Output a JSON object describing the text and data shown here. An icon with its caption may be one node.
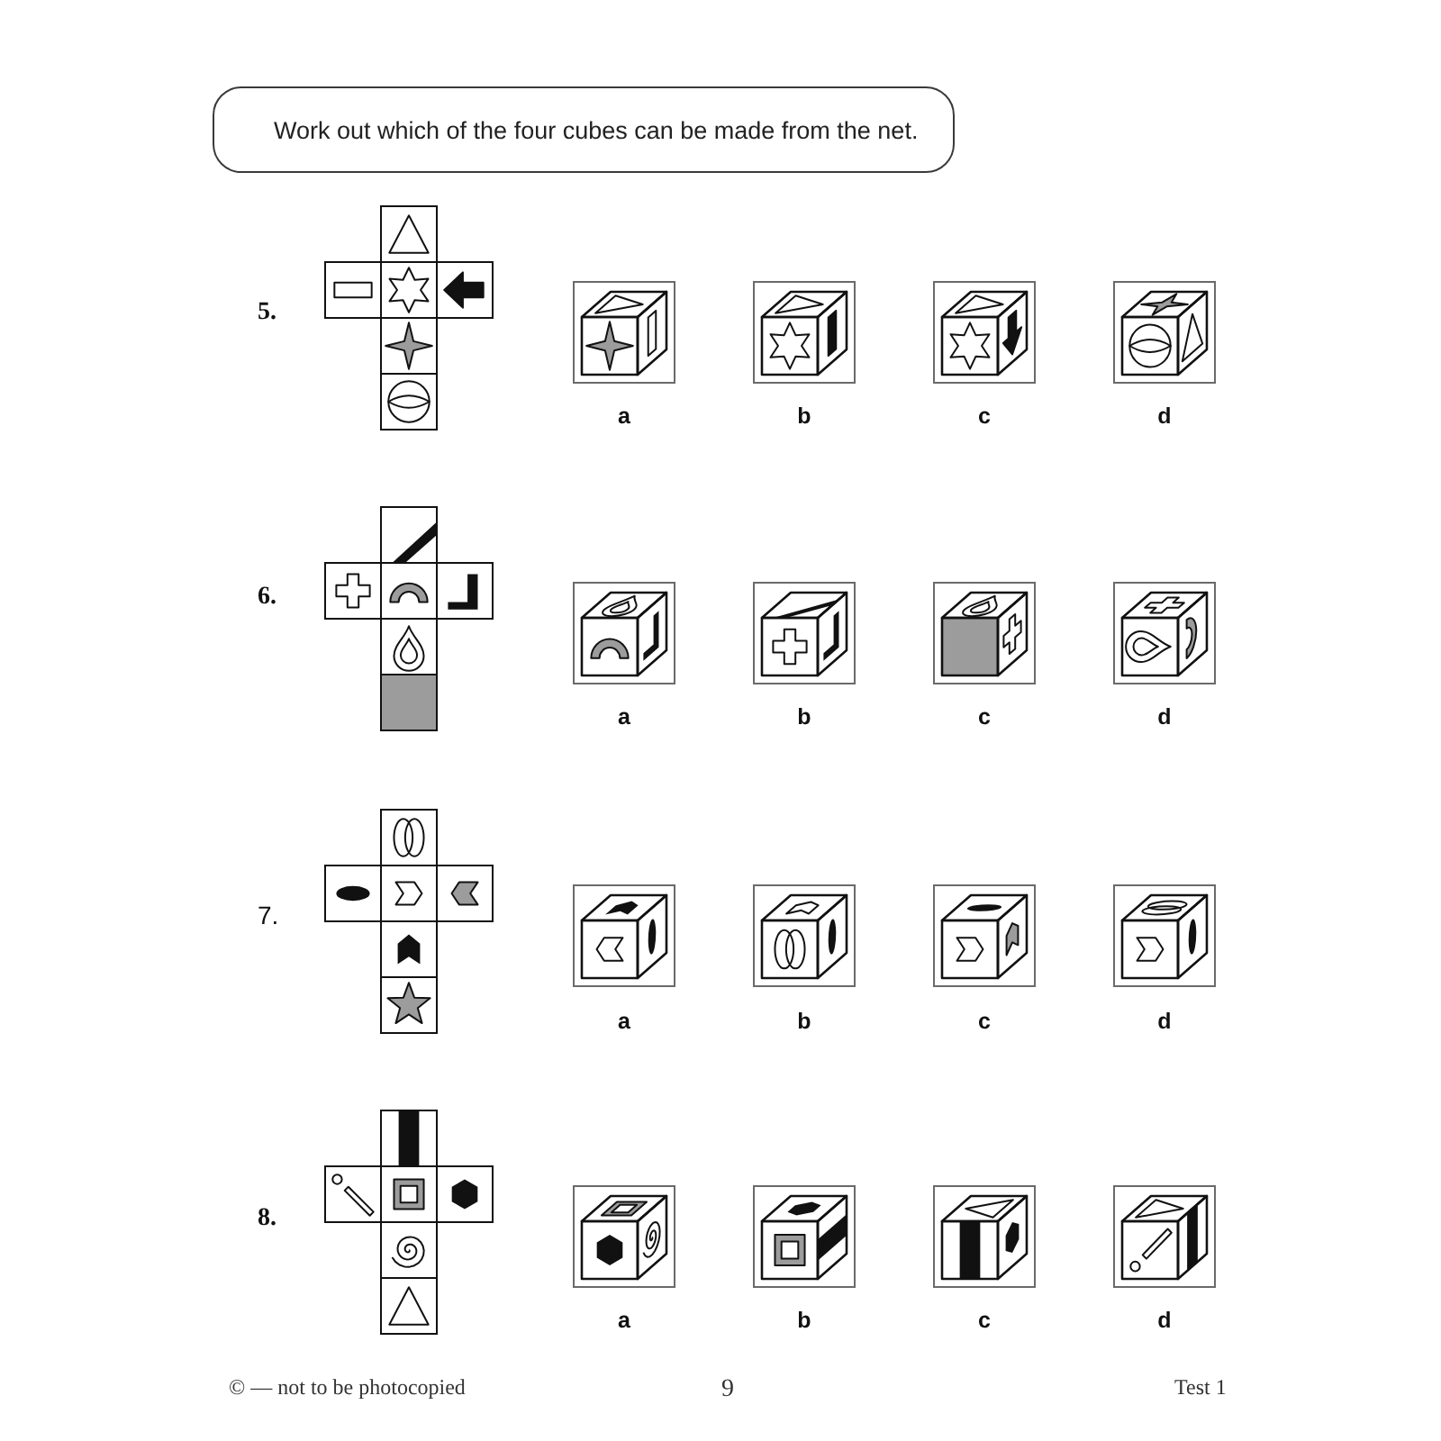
{
  "diagram": {
    "nodes": [
      {
        "text": [
          "Work out which of the four cubes can be made from the net."
        ]
      }
    ],
    "labels": [
      "5.",
      "a",
      "b",
      "c",
      "d",
      "6.",
      "a",
      "b",
      "c",
      "d",
      "7.",
      "a",
      "b",
      "c",
      "d",
      "8.",
      "a",
      "b",
      "c",
      "d",
      "© — not to be photocopied",
      "9",
      "Test 1"
    ]
  }
}
